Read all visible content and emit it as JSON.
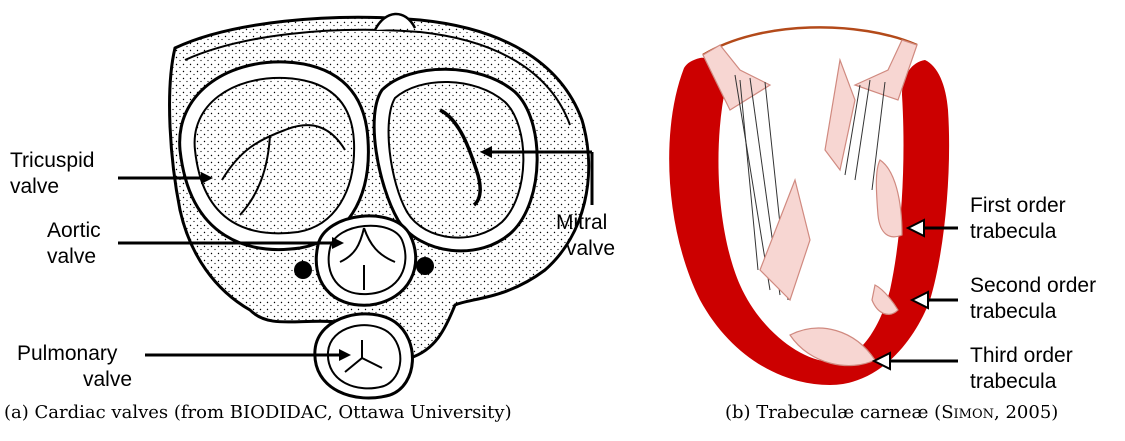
{
  "panel_a": {
    "labels": {
      "tricuspid": [
        "Tricuspid",
        "valve"
      ],
      "aortic": [
        "Aortic",
        "valve"
      ],
      "pulmonary": [
        "Pulmonary",
        "valve"
      ],
      "mitral": [
        "Mitral",
        "valve"
      ]
    },
    "caption": "(a) Cardiac valves (from BIODIDAC, Ottawa University)"
  },
  "panel_b": {
    "labels": {
      "first_order": [
        "First order",
        "trabecula"
      ],
      "second_order": [
        "Second order",
        "trabecula"
      ],
      "third_order": [
        "Third order",
        "trabecula"
      ]
    },
    "caption_prefix": "(b) Trabeculæ carneæ (",
    "caption_author": "Simon",
    "caption_suffix": ", 2005)"
  },
  "colors": {
    "myocardium": "#cc0000",
    "trabecula_fill": "#f7d6d2",
    "outline": "#000000"
  }
}
